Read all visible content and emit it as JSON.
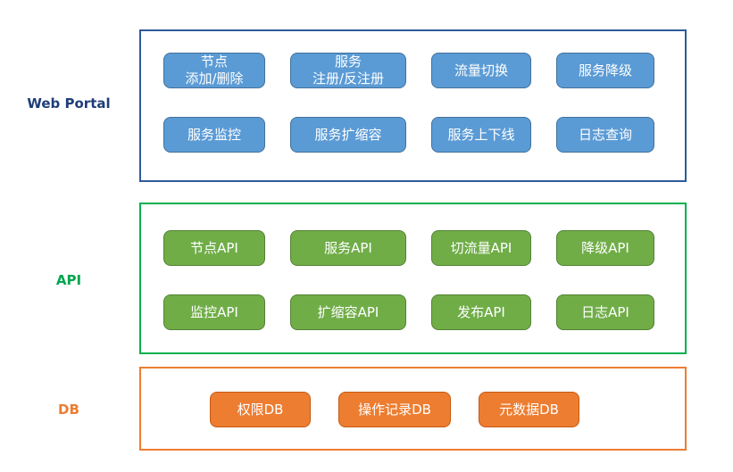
{
  "web_portal": {
    "label": "Web Portal",
    "row1": [
      "节点\n添加/删除",
      "服务\n注册/反注册",
      "流量切换",
      "服务降级"
    ],
    "row2": [
      "服务监控",
      "服务扩缩容",
      "服务上下线",
      "日志查询"
    ]
  },
  "api": {
    "label": "API",
    "row1": [
      "节点API",
      "服务API",
      "切流量API",
      "降级API"
    ],
    "row2": [
      "监控API",
      "扩缩容API",
      "发布API",
      "日志API"
    ]
  },
  "db": {
    "label": "DB",
    "buttons": [
      "权限DB",
      "操作记录DB",
      "元数据DB"
    ]
  },
  "colors": {
    "blue_fill": "#5B9BD5",
    "blue_edge": "#41719C",
    "blue_box": "#2E5B9B",
    "blue_label": "#1F3D7A",
    "green_fill": "#70AD47",
    "green_edge": "#548235",
    "green_box": "#00B050",
    "green_label": "#00A650",
    "orange_fill": "#ED7D31",
    "orange_edge": "#C55A11",
    "orange_box": "#ED7D31",
    "orange_label": "#ED7D31"
  }
}
